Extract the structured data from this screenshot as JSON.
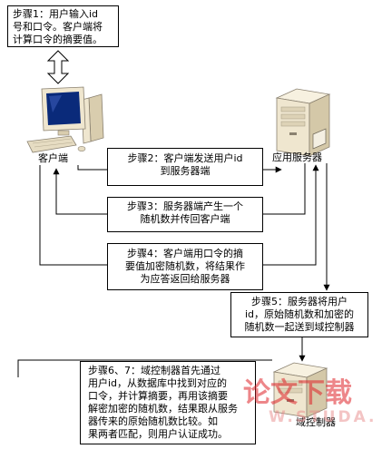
{
  "steps": {
    "step1": {
      "lines": [
        "步骤1：用户输入id",
        "号和口令。客户端将",
        "计算口令的摘要值。"
      ]
    },
    "step2": {
      "lines": [
        "步骤2：客户端发送用户id",
        "到服务器端"
      ]
    },
    "step3": {
      "lines": [
        "步骤3：服务器端产生一个",
        "随机数并传回客户端"
      ]
    },
    "step4": {
      "lines": [
        "步骤4：客户端用口令的摘",
        "要值加密随机数，将结果作",
        "为应答返回给服务器"
      ]
    },
    "step5": {
      "lines": [
        "步骤5：服务器将用户",
        "id，原始随机数和加密的",
        "随机数一起送到域控制器"
      ]
    },
    "step67": {
      "lines": [
        "步骤6、7：域控制器首先通过",
        "用户id，从数据库中找到对应的",
        "口令，并计算摘要，再用该摘要",
        "解密加密的随机数，结果跟从服务",
        "器传来的原始随机数比较。如",
        "果两者匹配，则用户认证成功。"
      ]
    }
  },
  "labels": {
    "client": "客户端",
    "app_server": "应用服务器",
    "domain_controller": "域控制器"
  },
  "icons": {
    "client": "computer-icon",
    "app_server": "server-icon",
    "domain_controller": "server-icon",
    "exchange": "double-arrow-icon"
  },
  "watermark": {
    "text": "论文下载",
    "site": "W.STUDA."
  },
  "colors": {
    "line": "#000000",
    "box_border": "#000000",
    "watermark": "#e0242a",
    "screen": "#0a2a7a",
    "case": "#efe6cf"
  }
}
